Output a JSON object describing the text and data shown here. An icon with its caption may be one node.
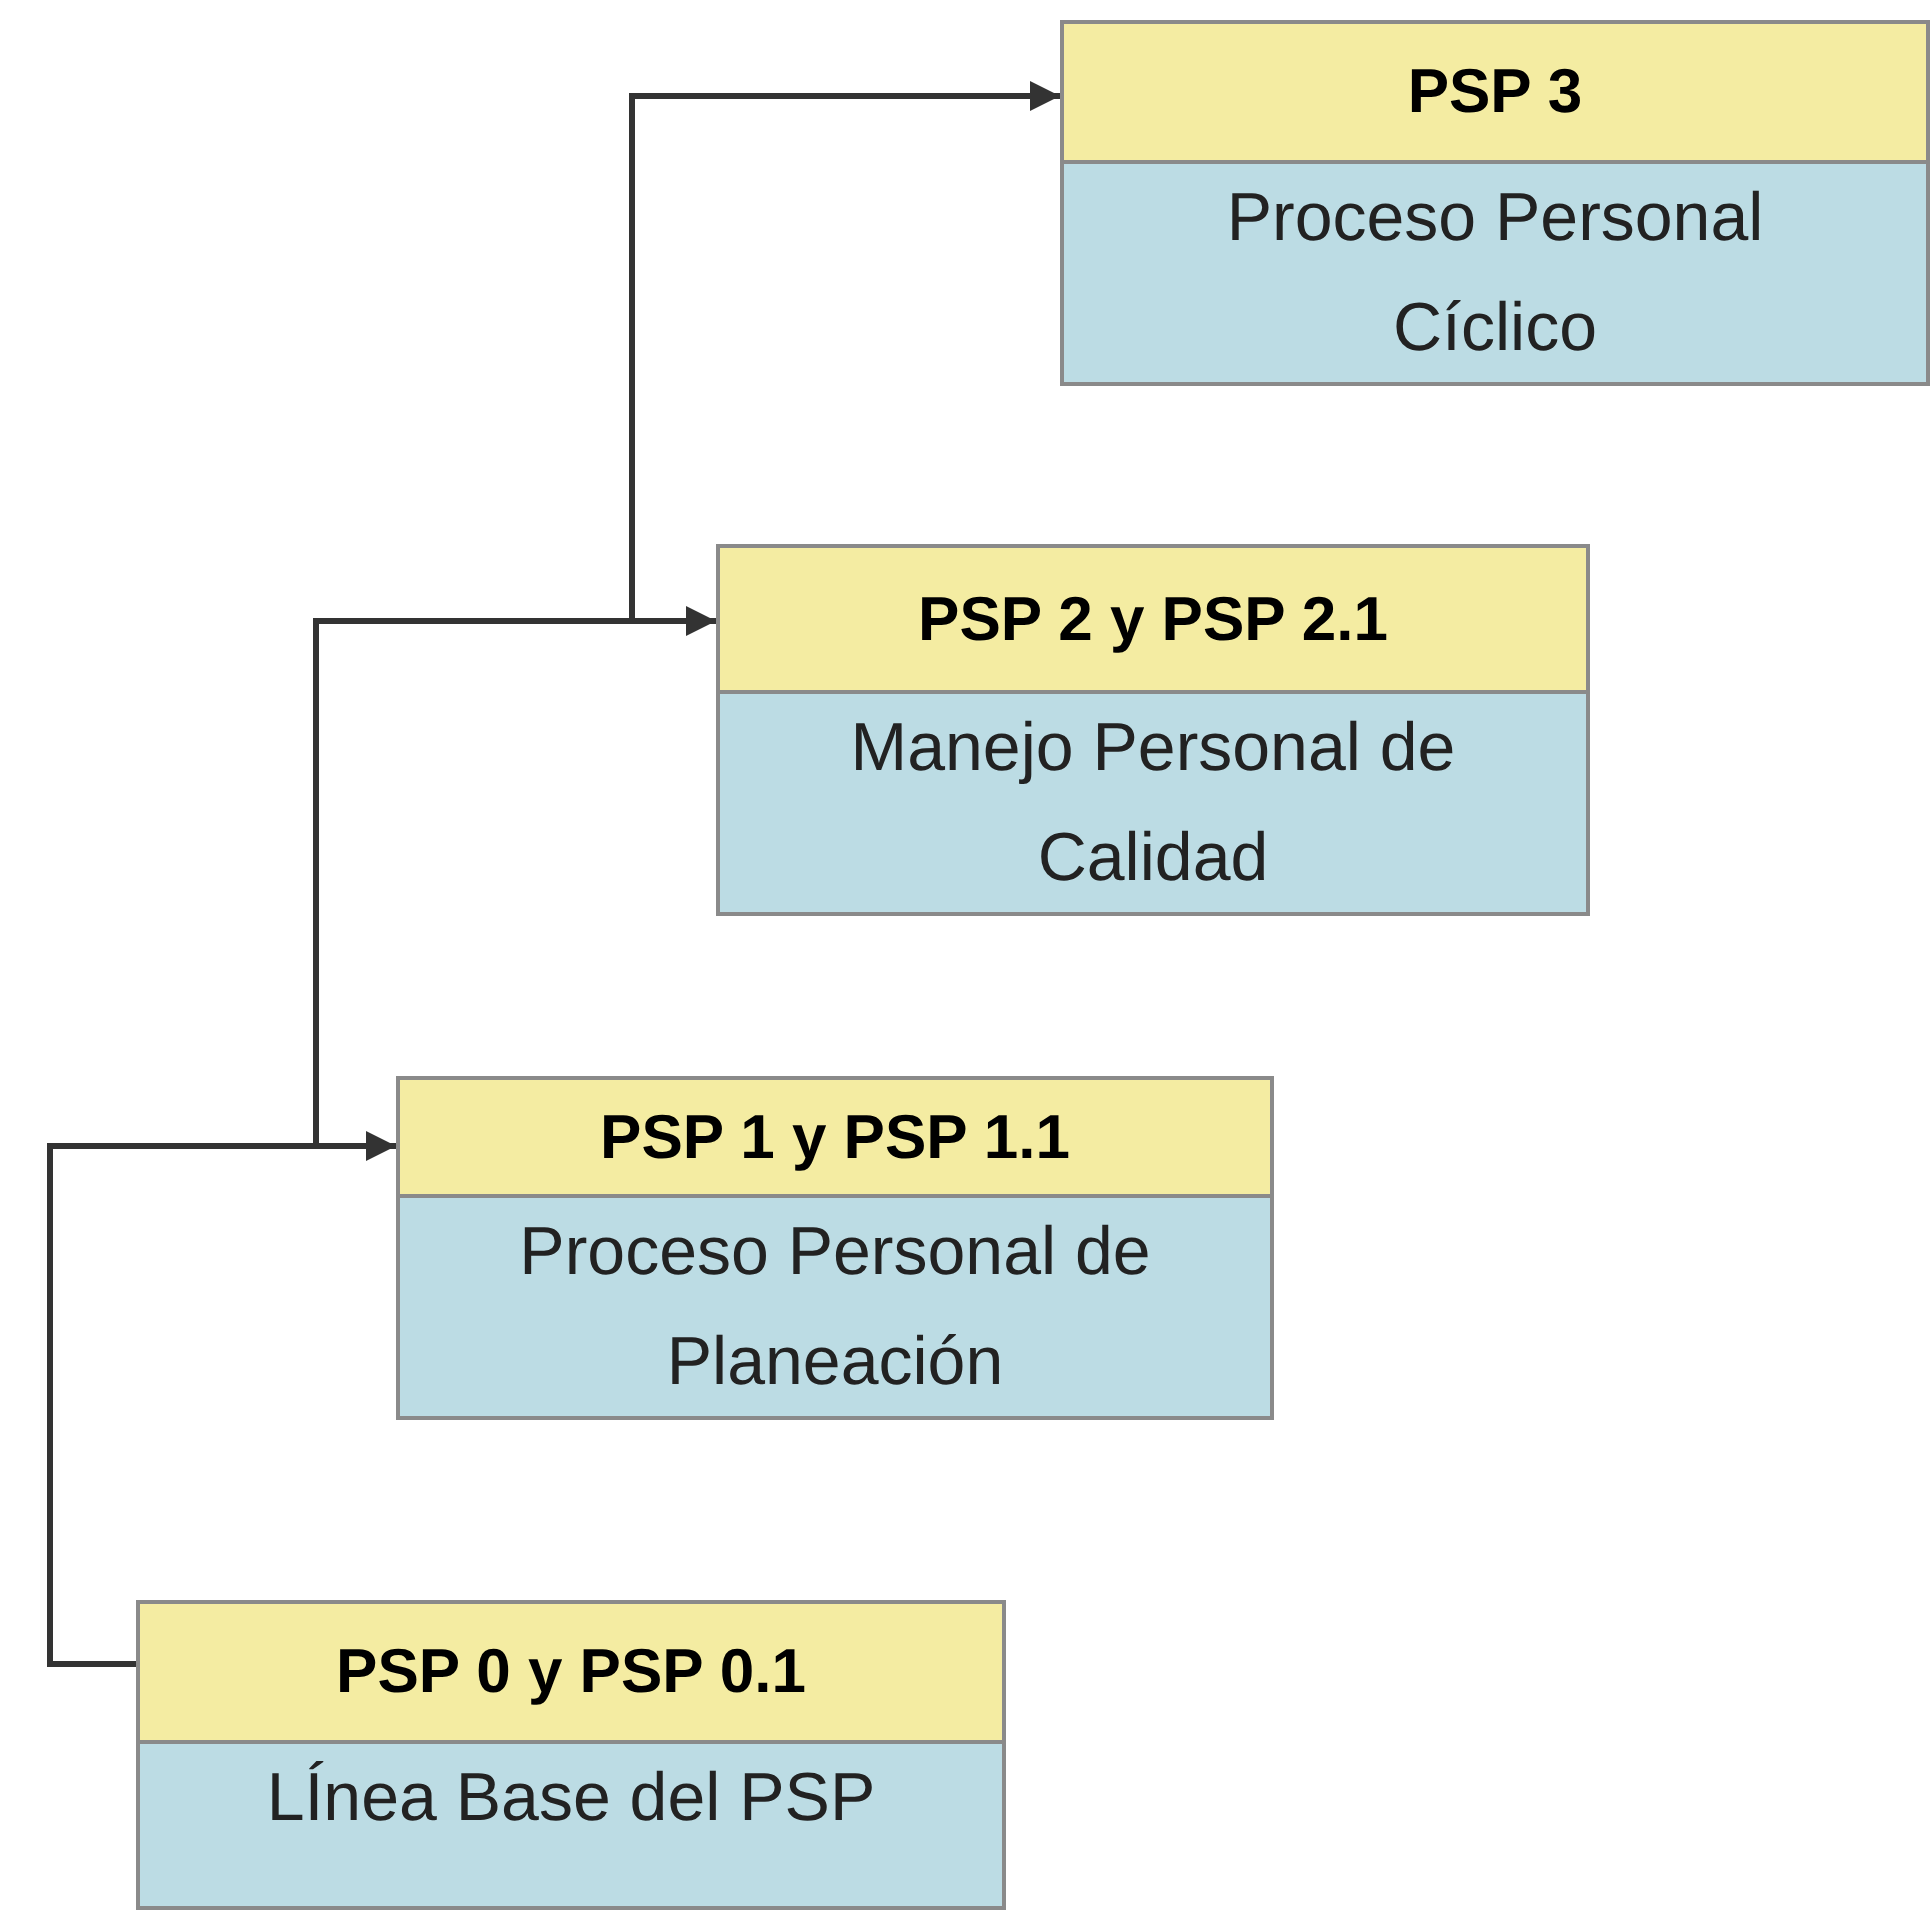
{
  "diagram": {
    "nodes": [
      {
        "text": [
          "PSP 3",
          "Proceso Personal Cíclico"
        ]
      },
      {
        "text": [
          "PSP 2 y PSP 2.1",
          "Manejo Personal de Calidad"
        ]
      },
      {
        "text": [
          "PSP 1 y PSP 1.1",
          "Proceso Personal de Planeación"
        ]
      },
      {
        "text": [
          "PSP 0 y PSP 0.1",
          "LÍnea Base del PSP"
        ]
      }
    ],
    "edges": [
      {
        "from": 3,
        "to": 2,
        "arrow": "to"
      },
      {
        "from": 2,
        "to": 1,
        "arrow": "to"
      },
      {
        "from": 1,
        "to": 0,
        "arrow": "to"
      }
    ]
  }
}
